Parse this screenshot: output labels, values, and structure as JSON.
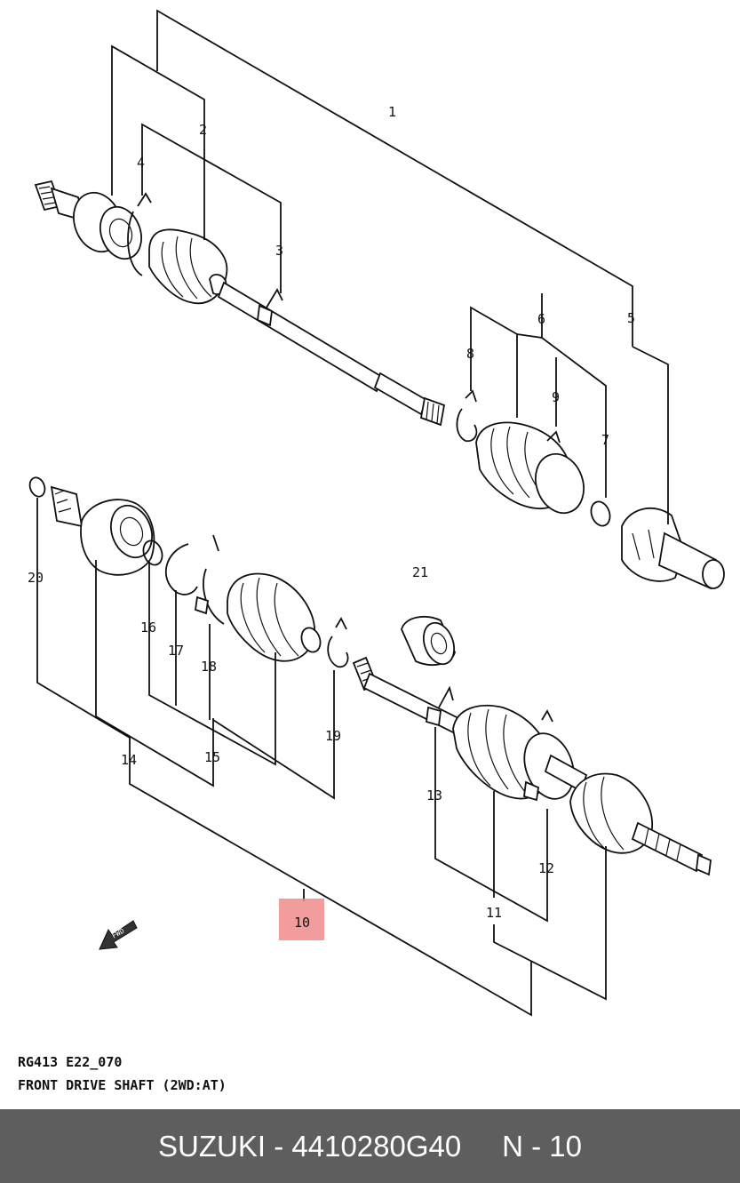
{
  "callouts": {
    "c1": "1",
    "c2": "2",
    "c3": "3",
    "c4": "4",
    "c5": "5",
    "c6": "6",
    "c7": "7",
    "c8": "8",
    "c9": "9",
    "c10": "10",
    "c11": "11",
    "c12": "12",
    "c13": "13",
    "c14": "14",
    "c15": "15",
    "c16": "16",
    "c17": "17",
    "c18": "18",
    "c19": "19",
    "c20": "20",
    "c21": "21"
  },
  "highlight": {
    "callout": "10",
    "color": "#f08b8d"
  },
  "fwd_label": "FWD",
  "caption": {
    "line1": "RG413 E22_070",
    "line2": "FRONT DRIVE SHAFT (2WD:AT)"
  },
  "footer": {
    "brand_part": "SUZUKI - 4410280G40",
    "page": "N - 10"
  }
}
